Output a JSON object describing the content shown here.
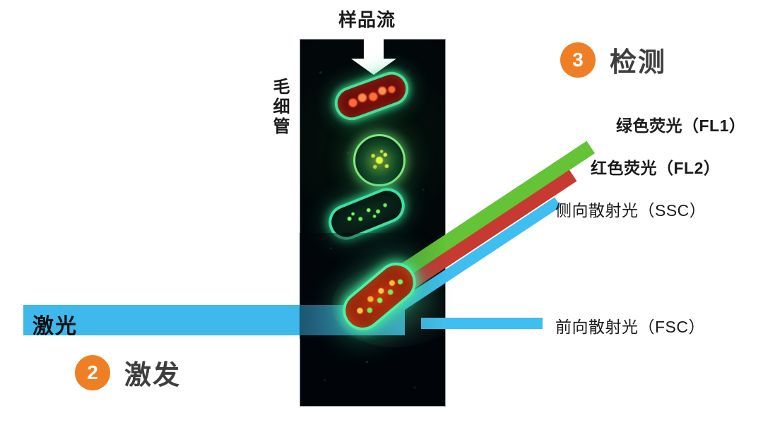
{
  "diagram": {
    "sample_flow_label": "样品流",
    "capillary_label": "毛细管",
    "laser_beam_label": "激光"
  },
  "steps": [
    {
      "number": "2",
      "title": "激发"
    },
    {
      "number": "3",
      "title": "检测"
    }
  ],
  "channels": [
    {
      "id": "fl1",
      "label": "绿色荧光（FL1）",
      "color": "#64c336"
    },
    {
      "id": "fl2",
      "label": "红色荧光（FL2）",
      "color": "#c63a32"
    },
    {
      "id": "ssc",
      "label": "侧向散射光（SSC）",
      "color": "#3fbef0"
    },
    {
      "id": "fsc",
      "label": "前向散射光（FSC）",
      "color": "#3fbef0"
    }
  ],
  "colors": {
    "accent_orange": "#ee7f24",
    "laser_blue": "#3fb8ec",
    "fluor_green": "#64c336",
    "fluor_red": "#c63a32",
    "scatter_blue": "#3fbef0",
    "capillary_dark": "#02060a",
    "background": "#ffffff"
  },
  "cells": [
    {
      "id": "cell-rod-red",
      "shape": "rod",
      "membrane": "green",
      "interior": "red"
    },
    {
      "id": "cell-round",
      "shape": "round",
      "membrane": "green",
      "interior": "green-yellow"
    },
    {
      "id": "cell-rod-green",
      "shape": "rod",
      "membrane": "green",
      "interior": "green"
    },
    {
      "id": "cell-excited",
      "shape": "rod",
      "membrane": "green",
      "interior": "red-orange"
    }
  ]
}
